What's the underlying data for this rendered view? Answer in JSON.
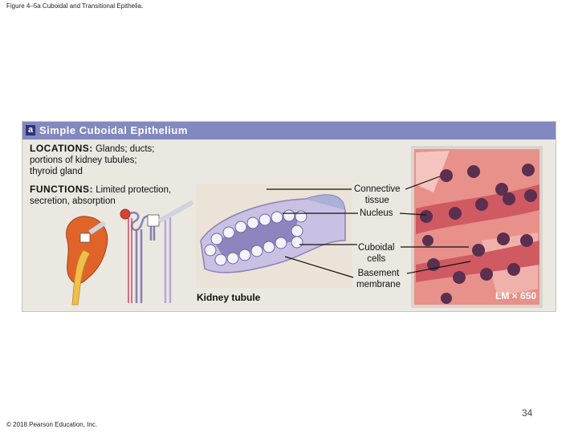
{
  "caption": "Figure 4–5a Cuboidal and Transitional Epithelia.",
  "panel": {
    "letter": "a",
    "title": "Simple Cuboidal Epithelium",
    "locations_key": "LOCATIONS:",
    "locations_text": [
      " Glands; ducts;",
      "portions of kidney tubules;",
      "thyroid gland"
    ],
    "functions_key": "FUNCTIONS:",
    "functions_text": [
      " Limited protection,",
      "secretion, absorption"
    ]
  },
  "labels": {
    "connective": [
      "Connective",
      "tissue"
    ],
    "nucleus": "Nucleus",
    "cuboidal": [
      "Cuboidal",
      "cells"
    ],
    "basement": [
      "Basement",
      "membrane"
    ],
    "tubule": "Kidney tubule",
    "magnification": "LM × 650"
  },
  "footer": "© 2018 Pearson Education, Inc.",
  "page_number": "34",
  "colors": {
    "header": "#8289bf",
    "panel_bg": "#ebe7e1",
    "kidney": "#e0642a",
    "micro_bg": "#e8908a"
  }
}
